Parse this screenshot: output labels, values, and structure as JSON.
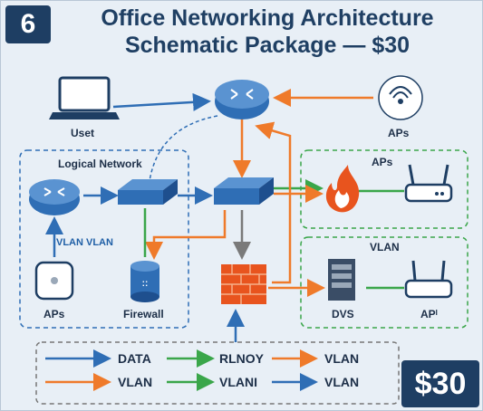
{
  "badge": "6",
  "title_line1": "Office Networking Architecture",
  "title_line2": "Schematic Package — $30",
  "labels": {
    "user": "Uset",
    "aps_top": "APs",
    "logical_network": "Logical Network",
    "aps_right": "APs",
    "vlan_right": "VLAN",
    "vlan_vlan": "VLAN VLAN",
    "aps_left": "APs",
    "firewall": "Firewall",
    "dvs": "DVS",
    "ap_right": "APᴵ"
  },
  "legend": [
    [
      "DATA",
      "RLNOY",
      "VLAN"
    ],
    [
      "VLAN",
      "VLANI",
      "VLAN"
    ]
  ],
  "price": "$30",
  "colors": {
    "blue": "#2f6eb5",
    "orange": "#ef7a2a",
    "green": "#3aa64a",
    "gray": "#7a7a7a",
    "navy": "#1e3e63"
  }
}
